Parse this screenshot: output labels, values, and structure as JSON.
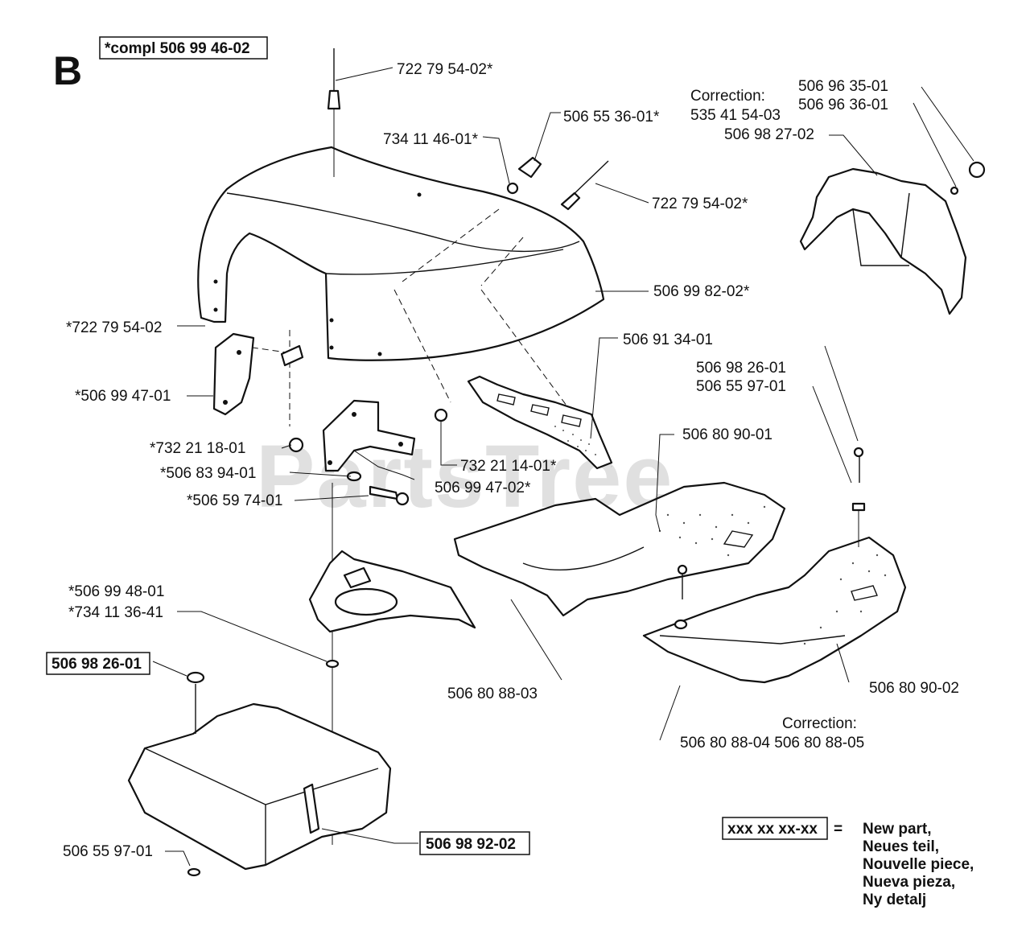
{
  "section_letter": "B",
  "kit_label": "*compl 506 99 46-02",
  "watermark": "PartsTree",
  "callouts": {
    "c01": "722 79 54-02*",
    "c02": "506 55 36-01*",
    "c03": "734 11 46-01*",
    "c04": "722 79 54-02*",
    "c05": "506 99 82-02*",
    "c06": "*722 79 54-02",
    "c07": "506 91 34-01",
    "c08": "*506 99 47-01",
    "c09": "*732 21 18-01",
    "c10": "*506 83 94-01",
    "c11": "*506 59 74-01",
    "c12": "732 21 14-01*",
    "c13": "506 99 47-02*",
    "c14": "506 80 90-01",
    "c15a": "506 98 26-01",
    "c15b": "506 55 97-01",
    "c16a": "*506 99 48-01",
    "c16b": "*734 11 36-41",
    "c17": "506 98 26-01",
    "c18": "506 80 88-03",
    "c19": "506 80 90-02",
    "c20": "506 55 97-01",
    "c21": "506 98 92-02"
  },
  "correction_top": {
    "heading": "Correction:",
    "part": "535 41 54-03",
    "ref_a": "506 96 35-01",
    "ref_b": "506 96 36-01",
    "ref_c": "506 98 27-02"
  },
  "correction_bottom": {
    "heading": "Correction:",
    "parts": "506 80 88-04 506 80 88-05"
  },
  "legend": {
    "sample": "xxx xx xx-xx",
    "equals": "=",
    "lines": [
      "New part,",
      "Neues teil,",
      "Nouvelle piece,",
      "Nueva pieza,",
      "Ny detalj"
    ]
  }
}
